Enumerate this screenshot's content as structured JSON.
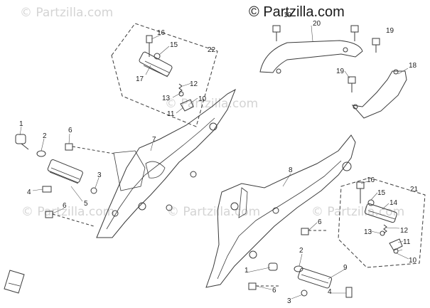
{
  "brand": {
    "copyright_symbol": "©",
    "name": "Partzilla.com"
  },
  "watermarks": [
    "© Partzilla.com",
    "© Partzilla.com",
    "© Partzilla.com",
    "© Partzilla.com",
    "© Partzilla.com"
  ],
  "part_labels": {
    "upper_left_group": [
      "22",
      "16",
      "15",
      "17",
      "12",
      "13",
      "10",
      "11"
    ],
    "left_bracket": [
      "1",
      "2",
      "6",
      "7",
      "3",
      "4",
      "5",
      "6"
    ],
    "handles": [
      "19",
      "20",
      "19",
      "18",
      "19"
    ],
    "right_bracket": [
      "8",
      "6",
      "2",
      "1",
      "6",
      "3",
      "4",
      "9"
    ],
    "right_group": [
      "21",
      "16",
      "15",
      "14",
      "12",
      "13",
      "11",
      "10"
    ]
  }
}
